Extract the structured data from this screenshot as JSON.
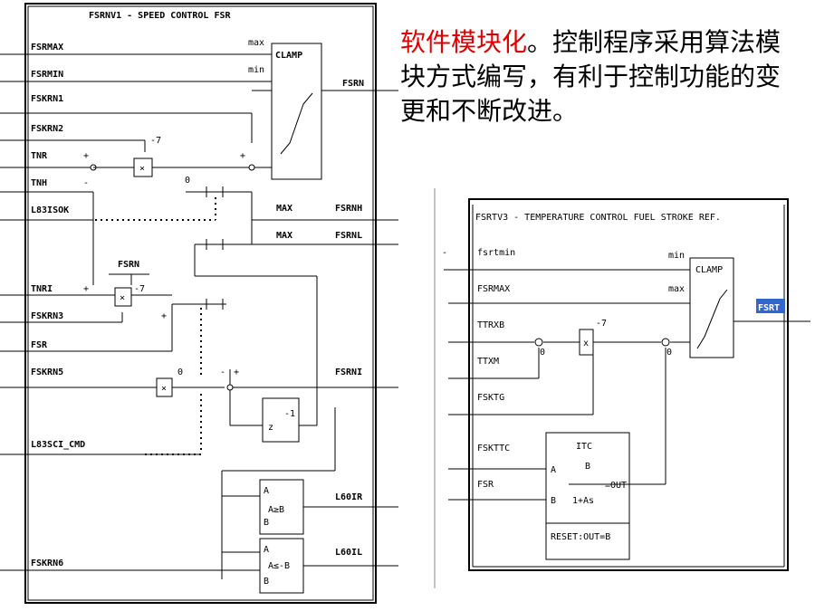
{
  "caption": {
    "highlight": "软件模块化",
    "rest": "。控制程序采用算法模块方式编写，有利于控制功能的变更和不断改进。"
  },
  "left_diagram": {
    "title": "FSRNV1 - SPEED CONTROL FSR",
    "inputs": [
      "FSRMAX",
      "FSRMIN",
      "FSKRN1",
      "FSKRN2",
      "TNR",
      "TNH",
      "L83ISOK",
      "TNRI",
      "FSKRN3",
      "FSR",
      "FSKRN5",
      "L83SCI_CMD",
      "FSKRN6"
    ],
    "clamp": {
      "label": "CLAMP",
      "max": "max",
      "min": "min"
    },
    "outputs": [
      "FSRN",
      "FSRNH",
      "FSRNL",
      "FSRNI",
      "L60IR",
      "L60IL"
    ],
    "max_labels": [
      "MAX",
      "MAX"
    ],
    "fsrn_feedback": "FSRN",
    "signs": {
      "plus": "+",
      "minus": "-"
    },
    "gain": "-7",
    "multiply": "×",
    "zero": "0",
    "delay": {
      "num": "-1",
      "var": "z"
    },
    "compare_a": {
      "a": "A",
      "b": "B",
      "op1": "A≥B",
      "op2": "A≤-B"
    }
  },
  "right_diagram": {
    "title": "FSRTV3 - TEMPERATURE CONTROL FUEL STROKE REF.",
    "inputs": [
      "fsrtmin",
      "FSRMAX",
      "TTRXB",
      "TTXM",
      "FSKTG",
      "FSKTTC",
      "FSR"
    ],
    "clamp": {
      "label": "CLAMP",
      "max": "max",
      "min": "min"
    },
    "output": "FSRT",
    "gain": "-7",
    "multiply": "x",
    "zero": "0",
    "itc": {
      "title": "ITC",
      "a": "A",
      "b": "B",
      "out": "=OUT",
      "tf": "1+As",
      "reset": "RESET:OUT=B"
    },
    "dash": "-"
  }
}
